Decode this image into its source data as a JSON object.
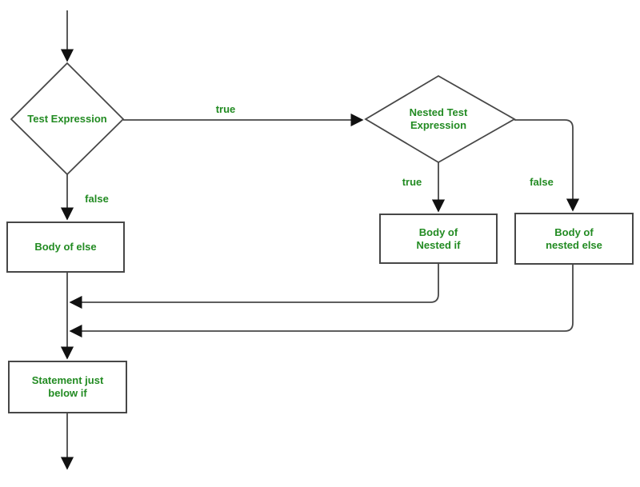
{
  "flowchart": {
    "decisions": {
      "test_expression": {
        "label": "Test Expression"
      },
      "nested_test_expression": {
        "label": "Nested Test\nExpression"
      }
    },
    "processes": {
      "body_of_else": {
        "label": "Body of else"
      },
      "body_of_nested_if": {
        "label": "Body of\nNested if"
      },
      "body_of_nested_else": {
        "label": "Body of\nnested else"
      },
      "statement_below_if": {
        "label": "Statement just\nbelow if"
      }
    },
    "edge_labels": {
      "outer_true": "true",
      "outer_false": "false",
      "nested_true": "true",
      "nested_false": "false"
    },
    "colors": {
      "text_green": "#228B22",
      "line": "#474747",
      "arrowhead": "#111111",
      "background": "#ffffff",
      "node_fill": "#ffffff"
    }
  }
}
